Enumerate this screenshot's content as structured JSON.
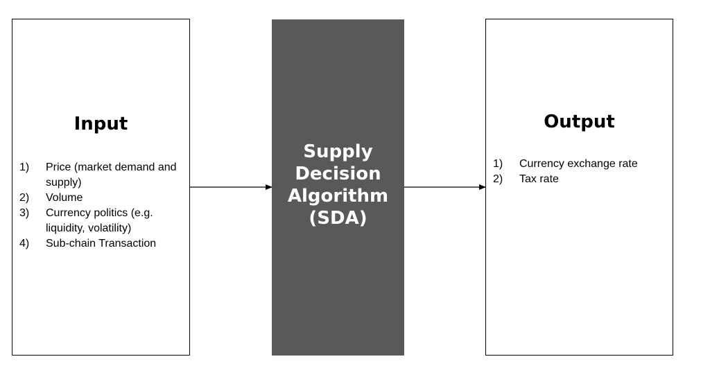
{
  "input": {
    "title": "Input",
    "items": [
      {
        "num": "1)",
        "text": "Price (market demand and supply)"
      },
      {
        "num": "2)",
        "text": "Volume"
      },
      {
        "num": "3)",
        "text": "Currency politics (e.g. liquidity, volatility)"
      },
      {
        "num": "4)",
        "text": "Sub-chain Transaction"
      }
    ]
  },
  "algorithm": {
    "lines": [
      "Supply",
      "Decision",
      "Algorithm",
      "(SDA)"
    ],
    "fill_color": "#595959",
    "text_color": "#ffffff"
  },
  "output": {
    "title": "Output",
    "items": [
      {
        "num": "1)",
        "text": "Currency exchange rate"
      },
      {
        "num": "2)",
        "text": "Tax rate"
      }
    ]
  }
}
